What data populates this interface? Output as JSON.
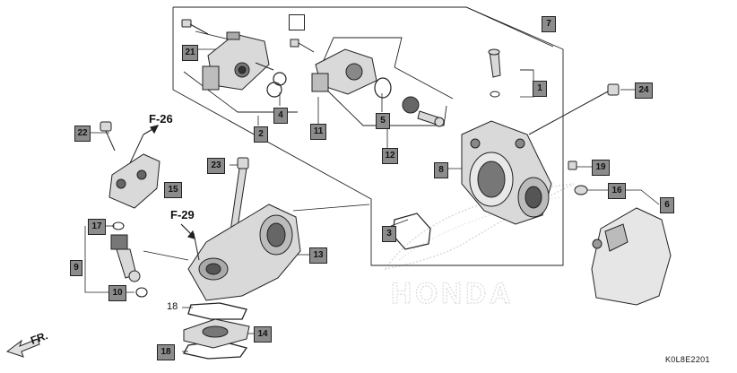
{
  "callouts": {
    "c1": "1",
    "c2": "2",
    "c3": "3",
    "c4": "4",
    "c5": "5",
    "c6": "6",
    "c7": "7",
    "c8": "8",
    "c9": "9",
    "c10": "10",
    "c11": "11",
    "c12": "12",
    "c13": "13",
    "c14": "14",
    "c15": "15",
    "c16": "16",
    "c17": "17",
    "c18": "18",
    "c19": "19",
    "c21": "21",
    "c22": "22",
    "c23": "23",
    "c24": "24"
  },
  "plain_labels": {
    "p18": "18"
  },
  "references": {
    "f26": "F-26",
    "f29": "F-29"
  },
  "watermark": "HONDA",
  "front_marker": "FR.",
  "diagram_code": "K0L8E2201",
  "colors": {
    "callout_fill": "#8c8c8c",
    "line": "#222222",
    "part_fill": "#d9d9d9",
    "part_dark": "#555555"
  }
}
